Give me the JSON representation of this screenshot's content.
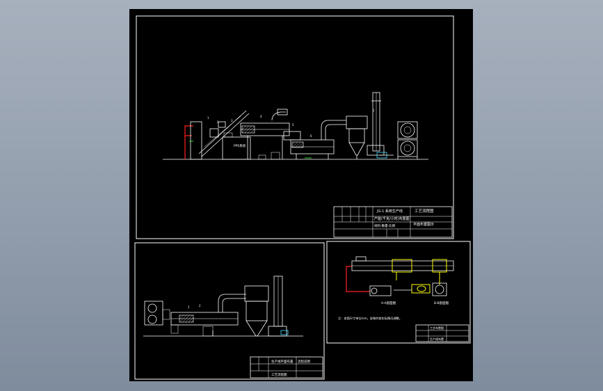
{
  "colors": {
    "background": "#96a1b0",
    "sheet": "#000000",
    "lines": "#ffffff",
    "highlight_red": "#ff2020",
    "highlight_yellow": "#ffff00",
    "accent_green": "#40ff40"
  },
  "main_view": {
    "tag_labels": [
      "1",
      "2",
      "3",
      "4",
      "5",
      "6",
      "7"
    ],
    "machine_label": "PPS系统",
    "title_block": {
      "line1": "JG-1 系统生产线",
      "line2": "产能(千克/小时)布置图",
      "right_title": "工艺流程图",
      "sub_note": "材料-数量-比例",
      "footer_note": "平面布置图示"
    }
  },
  "lower_left_view": {
    "tag_labels": [
      "1",
      "2"
    ],
    "title_block": {
      "line1": "生产线平面布置",
      "line2": "流程说明",
      "line3": "工艺流程图"
    }
  },
  "lower_right_view": {
    "section_label_a": "A-A剖面图",
    "section_label_b": "B-B剖面图",
    "note": "注：本图尺寸单位mm，安装时按实际情况调整。",
    "title_block": {
      "line1": "工艺布置图",
      "line2": "生产线布置"
    }
  }
}
